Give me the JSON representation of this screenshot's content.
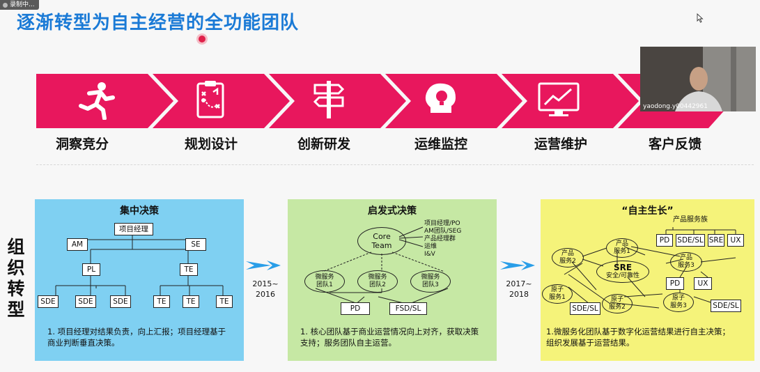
{
  "recording": {
    "label": "录制中..."
  },
  "title": "逐渐转型为自主经营的全功能团队",
  "steps": [
    {
      "label": "洞察竞分",
      "icon": "runner-icon"
    },
    {
      "label": "规划设计",
      "icon": "clipboard-plan-icon"
    },
    {
      "label": "创新研发",
      "icon": "signpost-icon"
    },
    {
      "label": "运维监控",
      "icon": "head-idea-icon"
    },
    {
      "label": "运营维护",
      "icon": "monitor-chart-icon"
    },
    {
      "label": "客户反馈",
      "icon": "feedback-icon"
    }
  ],
  "colors": {
    "accent": "#e8175d",
    "title": "#1a7ad6",
    "panel1": "#7fd0f2",
    "panel2": "#c6e8a4",
    "panel3": "#f5f37a"
  },
  "side_label": "组织转型",
  "periods": [
    {
      "line1": "2015~",
      "line2": "2016"
    },
    {
      "line1": "2017~",
      "line2": "2018"
    }
  ],
  "panel1": {
    "title": "集中决策",
    "root": "项目经理",
    "am": "AM",
    "se": "SE",
    "pl": "PL",
    "te_lead": "TE",
    "sde": [
      "SDE",
      "SDE",
      "SDE"
    ],
    "te": [
      "TE",
      "TE",
      "TE"
    ],
    "note_line1": "1.   项目经理对结果负责，向上汇报；项目经理基于",
    "note_line2": "      商业判断垂直决策。"
  },
  "panel2": {
    "title": "启发式决策",
    "core_line1": "Core",
    "core_line2": "Team",
    "members": [
      "项目经理/PO",
      "AM团队/SEG",
      "产品经理群",
      "运维",
      "I&V"
    ],
    "teams": [
      {
        "line1": "微服务",
        "line2": "团队1"
      },
      {
        "line1": "微服务",
        "line2": "团队2"
      },
      {
        "line1": "微服务",
        "line2": "团队3"
      }
    ],
    "pd": "PD",
    "fsd": "FSD/SL",
    "note_line1": "1.   核心团队基于商业运营情况向上对齐，获取决策",
    "note_line2": "      支持；服务团队自主运营。"
  },
  "panel3": {
    "title": "“自主生长”",
    "family_label": "产品服务族",
    "family": [
      "PD",
      "SDE/SL",
      "SRE",
      "UX"
    ],
    "sre_title": "SRE",
    "sre_sub": "安全/可靠性",
    "prod1": {
      "line1": "产品",
      "line2": "服务1"
    },
    "prod2": {
      "line1": "产品",
      "line2": "服务2"
    },
    "prod3": {
      "line1": "产品",
      "line2": "服务3"
    },
    "atom1": {
      "line1": "原子",
      "line2": "服务1"
    },
    "atom2": {
      "line1": "原子",
      "line2": "服务2"
    },
    "atom3": {
      "line1": "原子",
      "line2": "服务3"
    },
    "pd": "PD",
    "ux": "UX",
    "sde_sl_left": "SDE/SL",
    "sde_sl_right": "SDE/SL",
    "note_line1": "1.微服务化团队基于数字化运营结果进行自主决策；",
    "note_line2": "   组织发展基于运营结果。"
  },
  "webcam": {
    "name": "yaodong.y00442961"
  }
}
